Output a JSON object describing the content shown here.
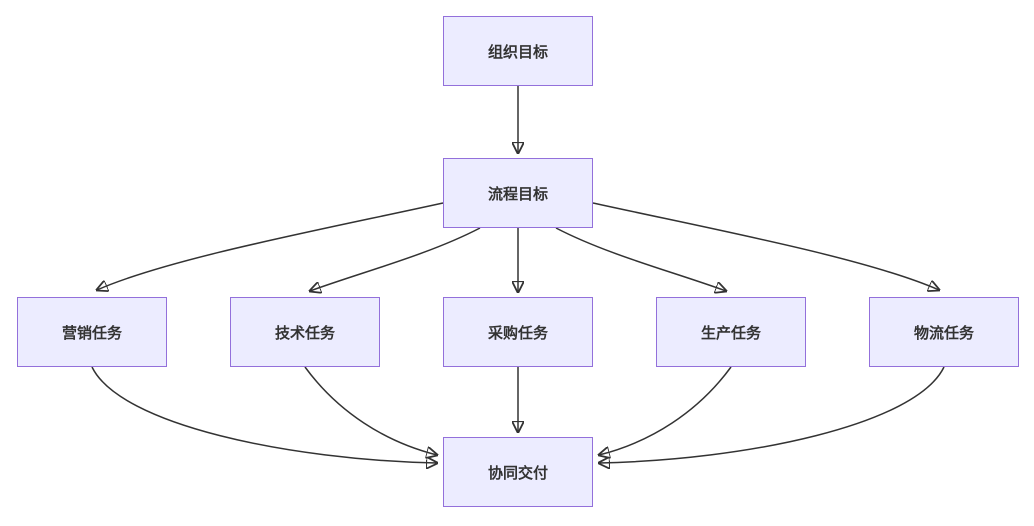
{
  "diagram": {
    "type": "flowchart",
    "direction": "top-down",
    "colors": {
      "background": "#ffffff",
      "node_fill": "#ECECFF",
      "node_border": "#9370DB",
      "edge": "#333333",
      "text": "#333333"
    },
    "nodes": {
      "org_goal": {
        "label": "组织目标"
      },
      "process_goal": {
        "label": "流程目标"
      },
      "marketing": {
        "label": "营销任务"
      },
      "tech": {
        "label": "技术任务"
      },
      "procurement": {
        "label": "采购任务"
      },
      "production": {
        "label": "生产任务"
      },
      "logistics": {
        "label": "物流任务"
      },
      "delivery": {
        "label": "协同交付"
      }
    },
    "edges": [
      {
        "from": "组织目标",
        "to": "流程目标"
      },
      {
        "from": "流程目标",
        "to": "营销任务"
      },
      {
        "from": "流程目标",
        "to": "技术任务"
      },
      {
        "from": "流程目标",
        "to": "采购任务"
      },
      {
        "from": "流程目标",
        "to": "生产任务"
      },
      {
        "from": "流程目标",
        "to": "物流任务"
      },
      {
        "from": "营销任务",
        "to": "协同交付"
      },
      {
        "from": "技术任务",
        "to": "协同交付"
      },
      {
        "from": "采购任务",
        "to": "协同交付"
      },
      {
        "from": "生产任务",
        "to": "协同交付"
      },
      {
        "from": "物流任务",
        "to": "协同交付"
      }
    ]
  }
}
